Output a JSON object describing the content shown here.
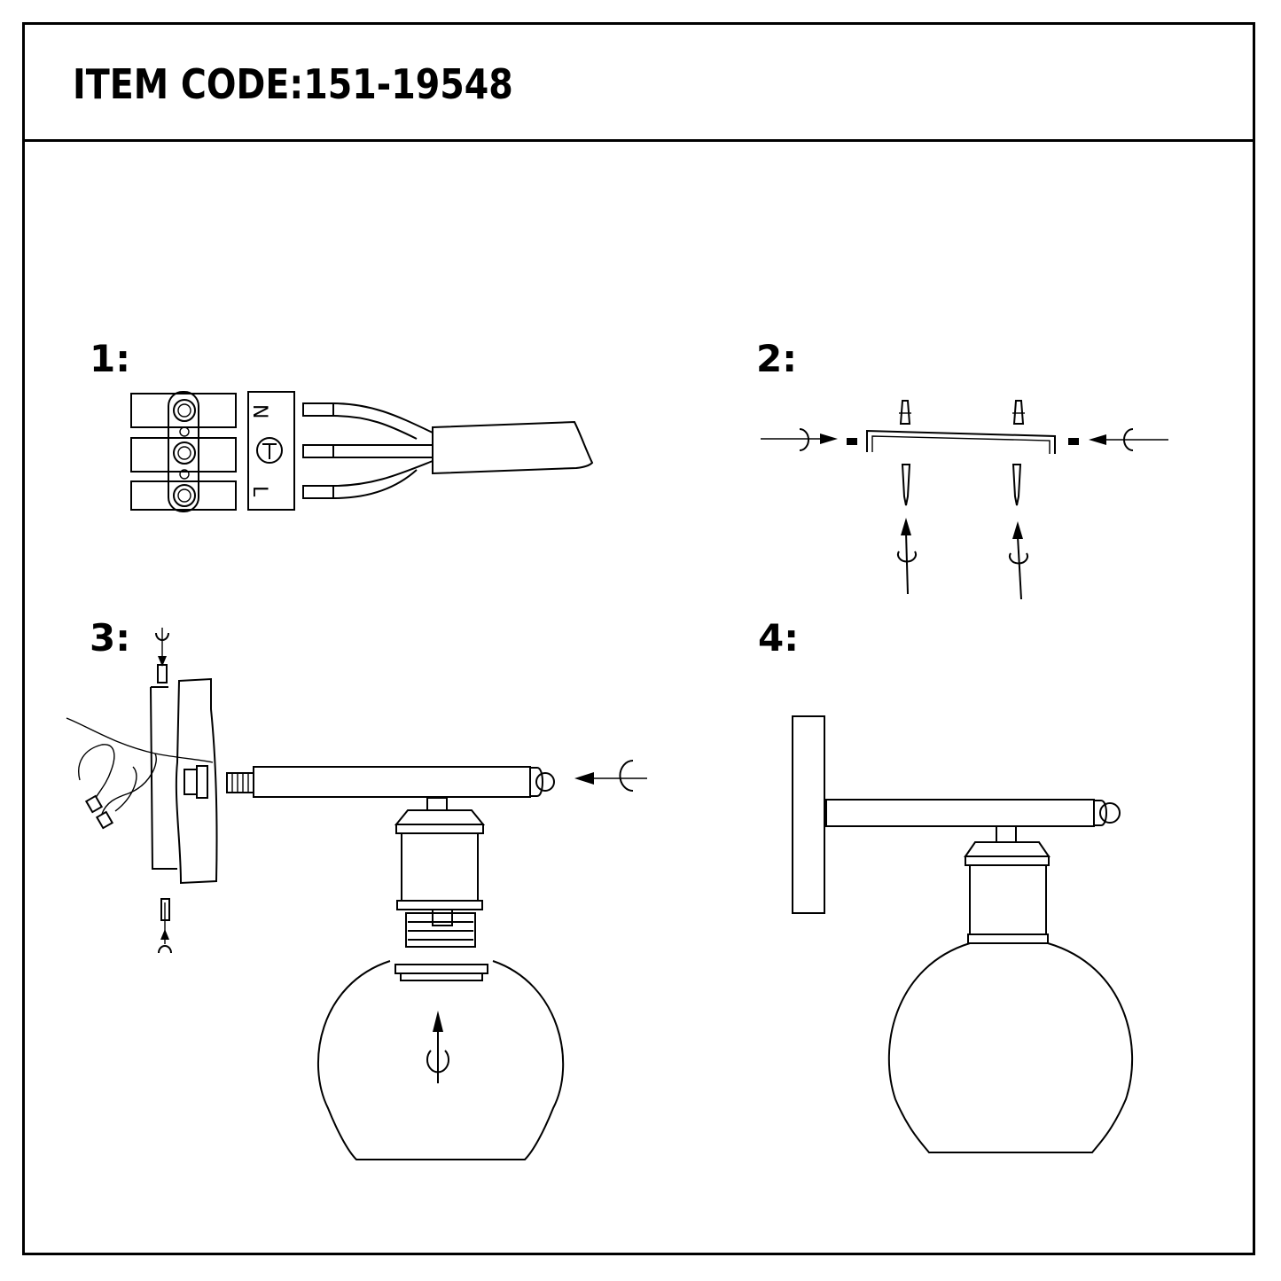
{
  "header": {
    "item_code": "ITEM CODE:151-19548"
  },
  "steps": [
    {
      "label": "1:"
    },
    {
      "label": "2:"
    },
    {
      "label": "3:"
    },
    {
      "label": "4:"
    }
  ],
  "terminal_labels": {
    "neutral": "N",
    "live": "L"
  },
  "icons": [
    "terminal-block-icon",
    "earth-symbol-icon",
    "rotate-arrow-icon",
    "screw-icon",
    "wall-plug-icon",
    "bracket-icon",
    "globe-shade-icon"
  ]
}
